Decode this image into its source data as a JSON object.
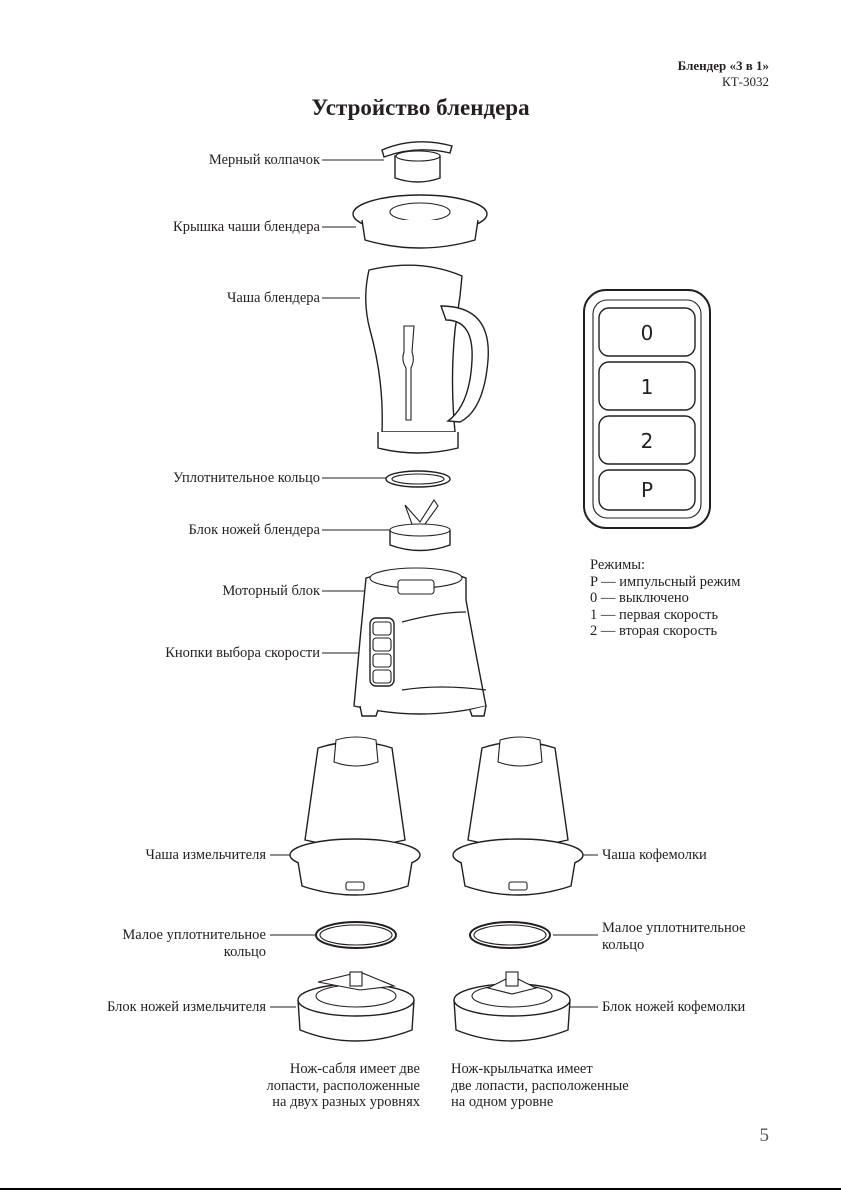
{
  "header": {
    "product": "Блендер «3 в 1»",
    "model": "КТ-3032"
  },
  "title": "Устройство блендера",
  "labels": {
    "measuring_cap": "Мерный колпачок",
    "jar_lid": "Крышка чаши блендера",
    "jar": "Чаша блендера",
    "seal_ring": "Уплотнительное  кольцо",
    "blade_unit": "Блок ножей блендера",
    "motor_unit": "Моторный блок",
    "speed_buttons": "Кнопки выбора скорости",
    "chopper_bowl": "Чаша измельчителя",
    "grinder_bowl": "Чаша кофемолки",
    "small_ring_left_1": "Малое уплотнительное",
    "small_ring_left_2": "кольцо",
    "small_ring_right_1": "Малое уплотнительное",
    "small_ring_right_2": "кольцо",
    "chopper_blades": "Блок ножей измельчителя",
    "grinder_blades": "Блок ножей кофемолки"
  },
  "panel_buttons": [
    "0",
    "1",
    "2",
    "P"
  ],
  "modes": {
    "heading": "Режимы:",
    "items": [
      "P — импульсный режим",
      "0 — выключено",
      "1 — первая скорость",
      "2 — вторая скорость"
    ]
  },
  "captions": {
    "left": [
      "Нож-сабля имеет две",
      "лопасти, расположенные",
      "на двух разных уровнях"
    ],
    "right": [
      "Нож-крыльчатка имеет",
      "две лопасти, расположенные",
      "на одном уровне"
    ]
  },
  "page_number": "5"
}
